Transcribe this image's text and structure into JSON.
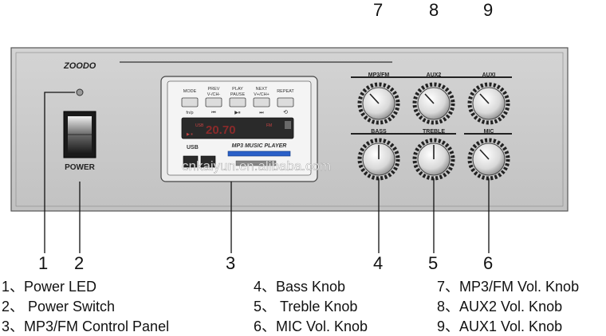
{
  "panel": {
    "brand": "ZOODO",
    "power_label": "POWER",
    "mp3_module": {
      "buttons": [
        {
          "label": "MODE",
          "sub": "fn/p"
        },
        {
          "label": "PREV V-/CH-",
          "sub": "⏮"
        },
        {
          "label": "PLAY PAUSE",
          "sub": "▶⏸"
        },
        {
          "label": "NEXT V+/CH+",
          "sub": "⏭"
        },
        {
          "label": "REPEAT",
          "sub": "⟲"
        }
      ],
      "display_value": "20.70",
      "display_small_1": "USB",
      "display_small_2": "FM",
      "player_label": "MP3 MUSIC PLAYER",
      "usb_label": "USB"
    },
    "knobs_top": [
      {
        "label": "MP3/FM"
      },
      {
        "label": "AUX2"
      },
      {
        "label": "AUXI"
      }
    ],
    "knobs_bottom": [
      {
        "label": "BASS"
      },
      {
        "label": "TREBLE"
      },
      {
        "label": "MIC"
      }
    ]
  },
  "callouts": {
    "top": [
      "7",
      "8",
      "9"
    ],
    "bottom": [
      "1",
      "2",
      "3",
      "4",
      "5",
      "6"
    ]
  },
  "legend": [
    "1、Power LED",
    "2、 Power Switch",
    "3、MP3/FM Control Panel",
    "4、Bass Knob",
    "5、 Treble Knob",
    "6、MIC Vol. Knob",
    "7、MP3/FM Vol. Knob",
    "8、AUX2 Vol. Knob",
    "9、AUX1 Vol. Knob"
  ],
  "watermark": "cnkaiyun.en.alibaba.com"
}
